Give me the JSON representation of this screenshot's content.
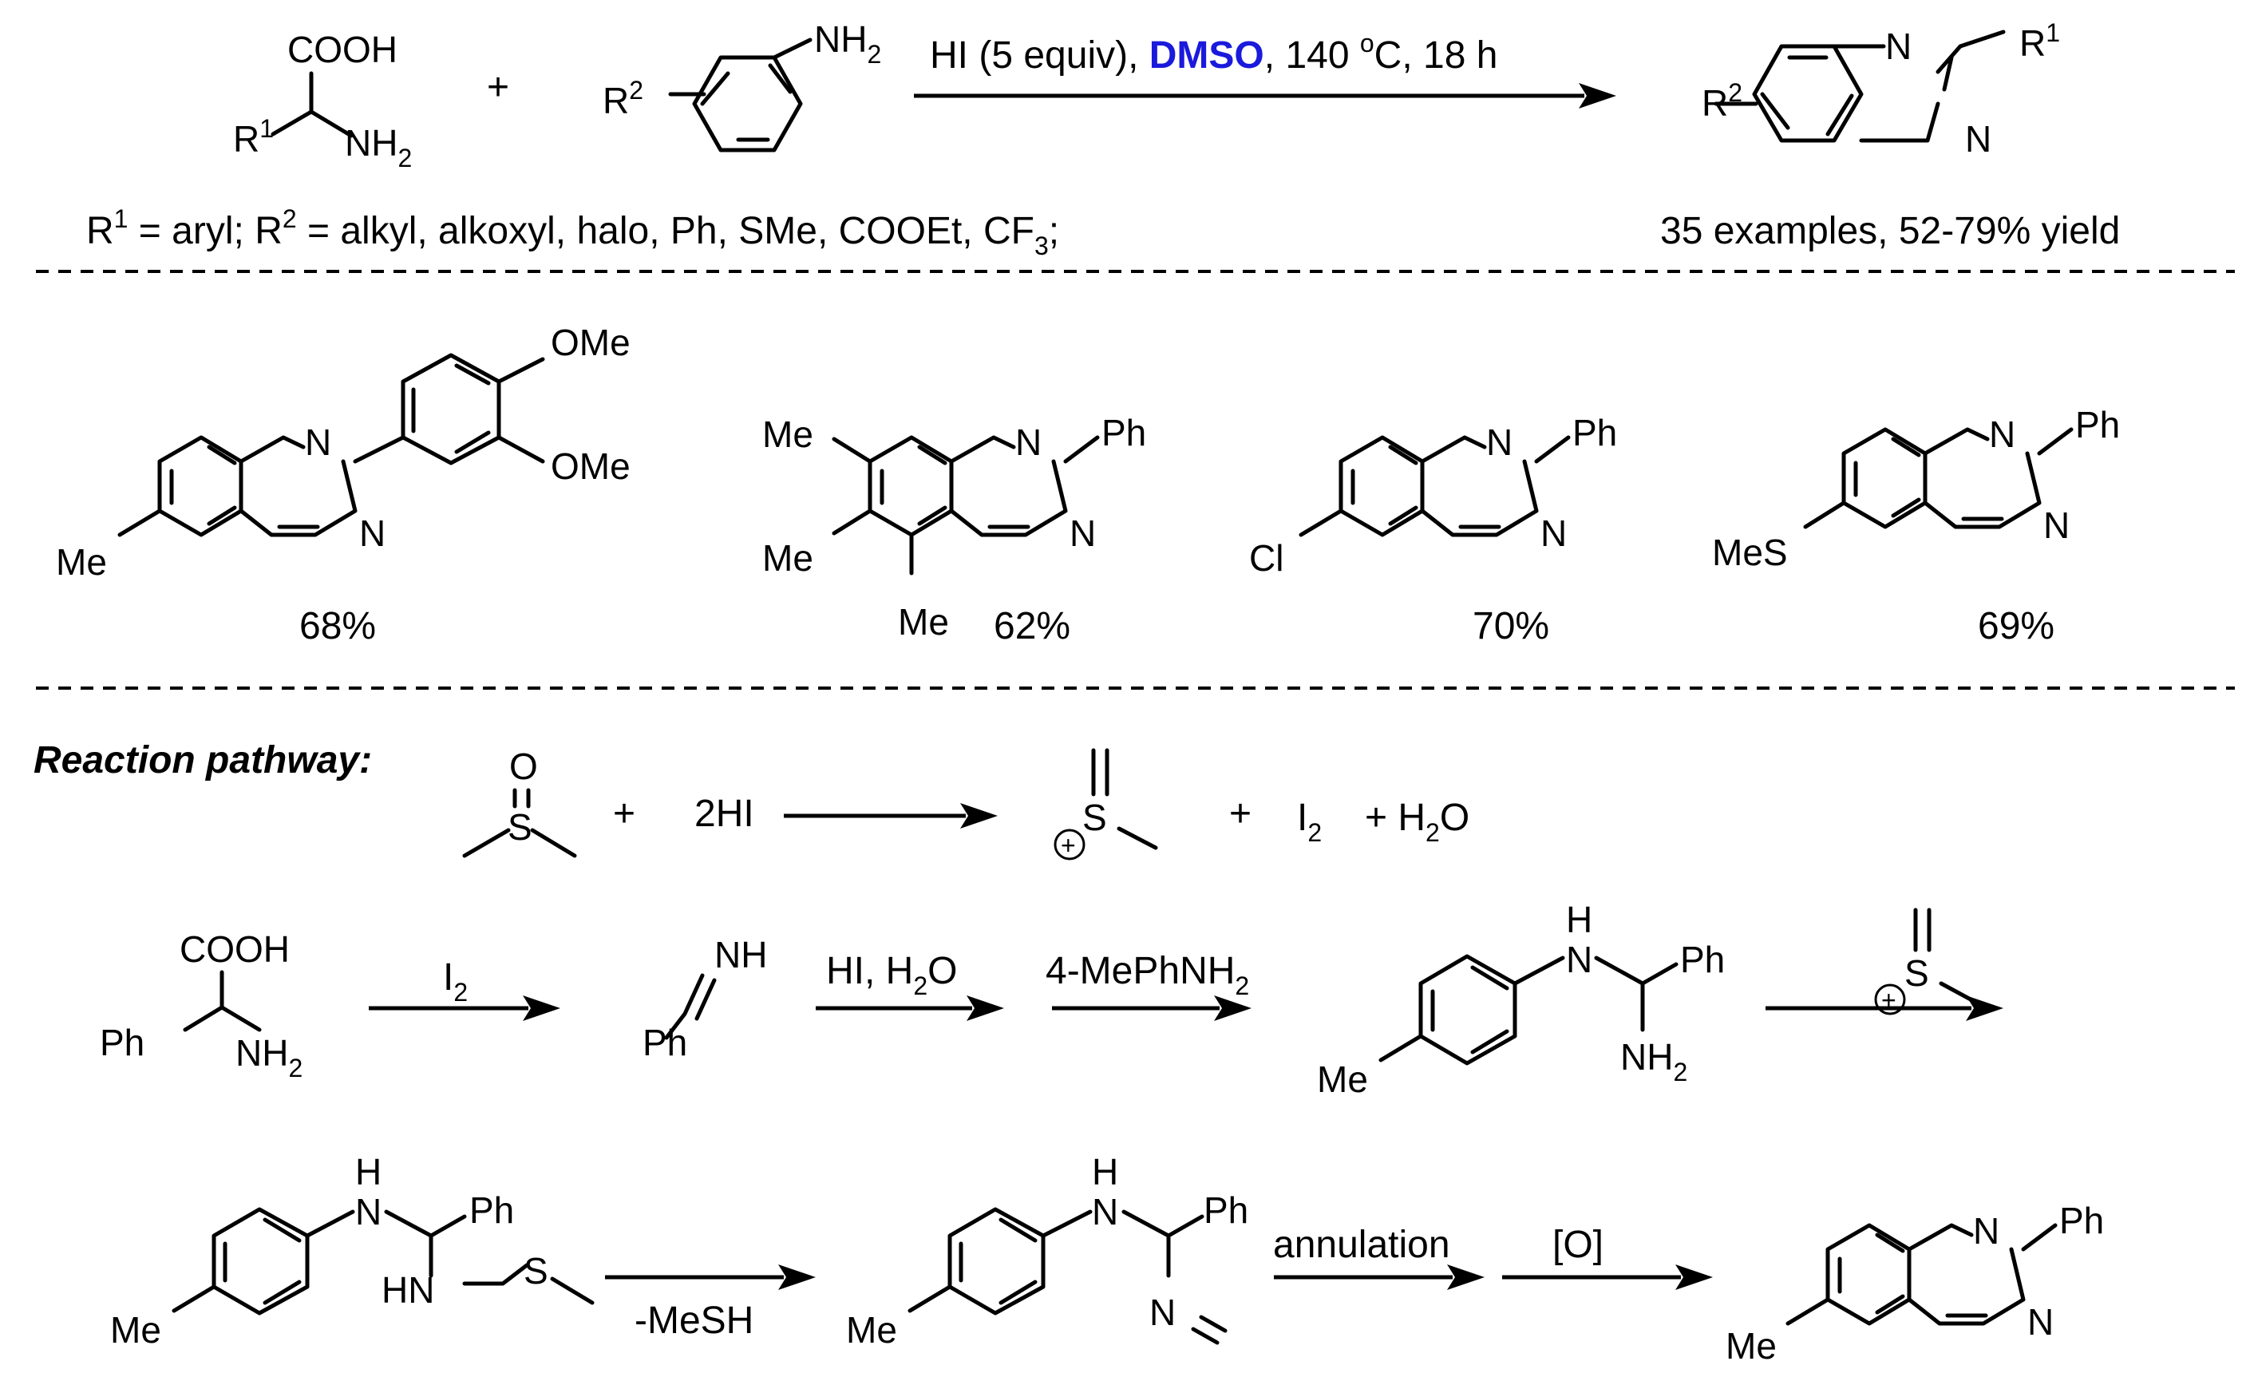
{
  "top": {
    "reactant1": {
      "acid": "COOH",
      "r1_base": "R",
      "r1_sup": "1",
      "amine_base": "NH",
      "amine_sub": "2"
    },
    "plus": "+",
    "reactant2": {
      "r2_base": "R",
      "r2_sup": "2",
      "amine_base": "NH",
      "amine_sub": "2"
    },
    "conditions": {
      "part1": "HI (5 equiv), ",
      "solvent": "DMSO",
      "part2": ", 140 ",
      "degree": "o",
      "part3": "C, 18 h"
    },
    "product": {
      "n_top": "N",
      "n_bottom": "N",
      "r1_base": "R",
      "r1_sup": "1",
      "r2_base": "R",
      "r2_sup": "2"
    },
    "scope_text": {
      "a": "R",
      "a_sup": "1",
      "b": " = aryl; R",
      "b_sup": "2",
      "c": " = alkyl, alkoxyl, halo, Ph, SMe, COOEt, CF",
      "c_sub": "3",
      "d": ";"
    },
    "summary": "35 examples, 52-79% yield"
  },
  "examples": [
    {
      "yield": "68%",
      "sub6": "Me",
      "aryl_sub1": "OMe",
      "aryl_sub2": "OMe"
    },
    {
      "yield": "62%",
      "sub6": "Me",
      "sub7": "Me",
      "sub5": "Me",
      "r": "Ph"
    },
    {
      "yield": "70%",
      "sub6": "Cl",
      "r": "Ph"
    },
    {
      "yield": "69%",
      "sub6": "MeS",
      "r": "Ph"
    }
  ],
  "atoms": {
    "n": "N",
    "o": "O",
    "s": "S",
    "h": "H",
    "nh": "NH",
    "hn": "HN",
    "nh_base": "NH",
    "nh_sub": "2",
    "ph": "Ph",
    "me": "Me",
    "acid": "COOH",
    "plus_circ": "+"
  },
  "pathway": {
    "title": "Reaction pathway:",
    "eq1": {
      "plus1": "+",
      "reagent": "2HI",
      "plus2": "+",
      "i2_base": "I",
      "i2_sub": "2",
      "water": "+ H",
      "water_sub": "2",
      "water_o": "O"
    },
    "step1": {
      "reagent_base": "I",
      "reagent_sub": "2"
    },
    "step2": {
      "reagent_a": "HI, H",
      "reagent_a_sub": "2",
      "reagent_a_o": "O"
    },
    "step3": {
      "reagent_base": "4-MePhNH",
      "reagent_sub": "2"
    },
    "step5": {
      "reagent": "-MeSH"
    },
    "step6": {
      "reagent": "annulation"
    },
    "step7": {
      "reagent": "[O]"
    }
  },
  "colors": {
    "accent": "#1a1adc",
    "ink": "#000000"
  }
}
